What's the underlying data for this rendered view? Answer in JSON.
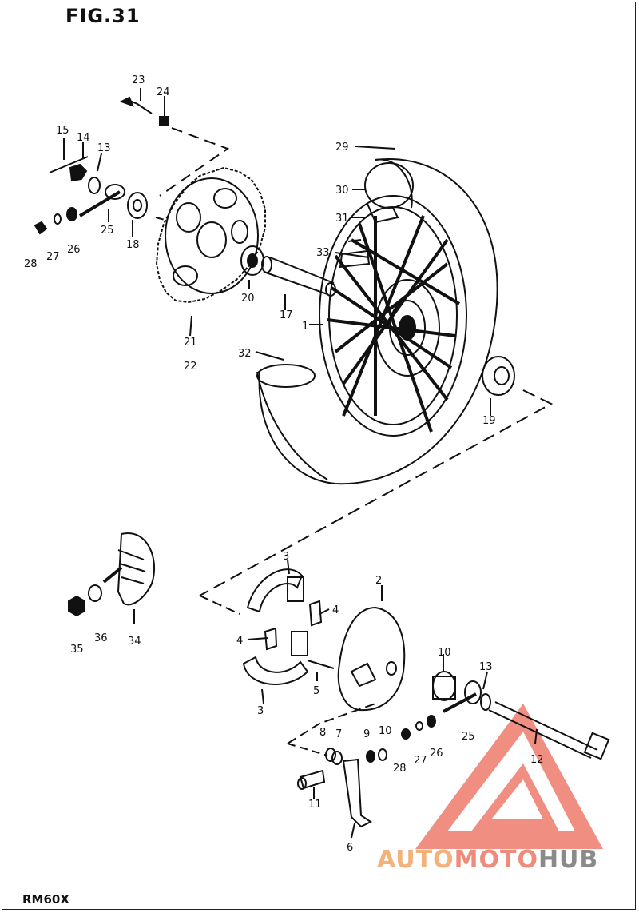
{
  "figure_title": "FIG.31",
  "model_code": "RM60X",
  "watermark": {
    "part1": "AUTO",
    "part2": "MOTO",
    "part3": "HUB"
  },
  "part_labels": [
    "23",
    "24",
    "15",
    "14",
    "13",
    "29",
    "30",
    "31",
    "33",
    "25",
    "18",
    "28",
    "27",
    "26",
    "20",
    "17",
    "1",
    "21",
    "22",
    "32",
    "19",
    "3",
    "2",
    "4",
    "4",
    "35",
    "36",
    "34",
    "10",
    "13",
    "5",
    "3",
    "8",
    "7",
    "9",
    "10",
    "28",
    "27",
    "26",
    "25",
    "12",
    "11",
    "6"
  ],
  "colors": {
    "line": "#111111",
    "watermark_red": "#ee7c6c",
    "watermark_orange": "#f2b27a",
    "watermark_gray": "#8a8a8a"
  }
}
